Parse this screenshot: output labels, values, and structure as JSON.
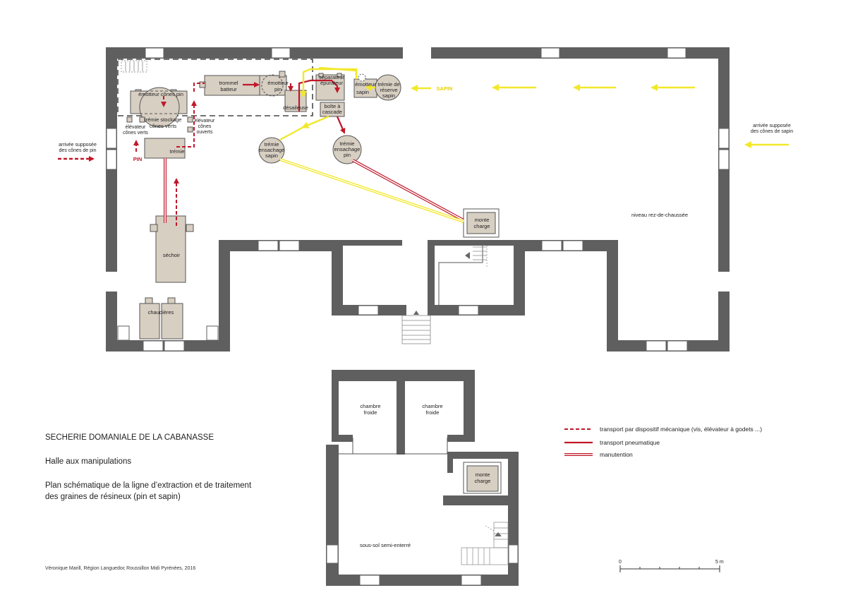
{
  "title": {
    "main": "SECHERIE DOMANIALE DE LA CABANASSE",
    "sub": "Halle aux manipulations",
    "desc1": "Plan schématique de la ligne d’extraction et de traitement",
    "desc2": "des graines de résineux (pin et sapin)"
  },
  "credit": "Véronique Marill, Région Languedoc Roussillon Midi Pyrénées, 2016",
  "colors": {
    "wall": "#5f5f5f",
    "machine": "#d8cfc3",
    "red": "#c0182a",
    "yellow": "#f2e82a",
    "yellow_text": "#e8d200"
  },
  "labels": {
    "emotteur_cones_pin": "émotteur cônes pin",
    "tremie_stockage_1": "trémie stockage",
    "tremie_stockage_2": "cônes verts",
    "elevateur_verts_1": "élévateur",
    "elevateur_verts_2": "cônes verts",
    "elevateur_ouverts_1": "élévateur",
    "elevateur_ouverts_2": "cônes",
    "elevateur_ouverts_3": "ouverts",
    "tremie": "trémie",
    "sechoir": "séchoir",
    "chaudieres": "chaudières",
    "trommel_1": "trommel",
    "trommel_2": "batteur",
    "emotteur_pin_1": "émotteur",
    "emotteur_pin_2": "pin",
    "desaileuse": "désaileuse",
    "separateur_1": "séparateur",
    "separateur_2": "épurateur",
    "boite_1": "boîte à",
    "boite_2": "cascade",
    "emotteur_sapin_1": "émotteur",
    "emotteur_sapin_2": "sapin",
    "reserve_1": "trémie de",
    "reserve_2": "réserve",
    "reserve_3": "sapin",
    "ens_sapin_1": "trémie",
    "ens_sapin_2": "ensachage",
    "ens_sapin_3": "sapin",
    "ens_pin_1": "trémie",
    "ens_pin_2": "ensachage",
    "ens_pin_3": "pin",
    "monte_1": "monte",
    "monte_2": "charge",
    "pin": "PIN",
    "sapin": "SAPIN",
    "arrivee_pin_1": "arrivée supposée",
    "arrivee_pin_2": "des cônes de pin",
    "arrivee_sapin_1": "arrivée supposée",
    "arrivee_sapin_2": "des cônes de sapin",
    "niveau": "niveau rez-de-chaussée",
    "chambre1_1": "chambre",
    "chambre1_2": "froide",
    "chambre2_1": "chambre",
    "chambre2_2": "froide",
    "monte_b1": "monte",
    "monte_b2": "charge",
    "sous_sol": "sous-sol semi-enterré"
  },
  "legend": {
    "mechanical": "transport par dispositif mécanique (vis, élévateur à godets ...)",
    "pneumatic": "transport pneumatique",
    "manual": "manutention"
  },
  "scale": {
    "start": "0",
    "end": "5 m"
  }
}
